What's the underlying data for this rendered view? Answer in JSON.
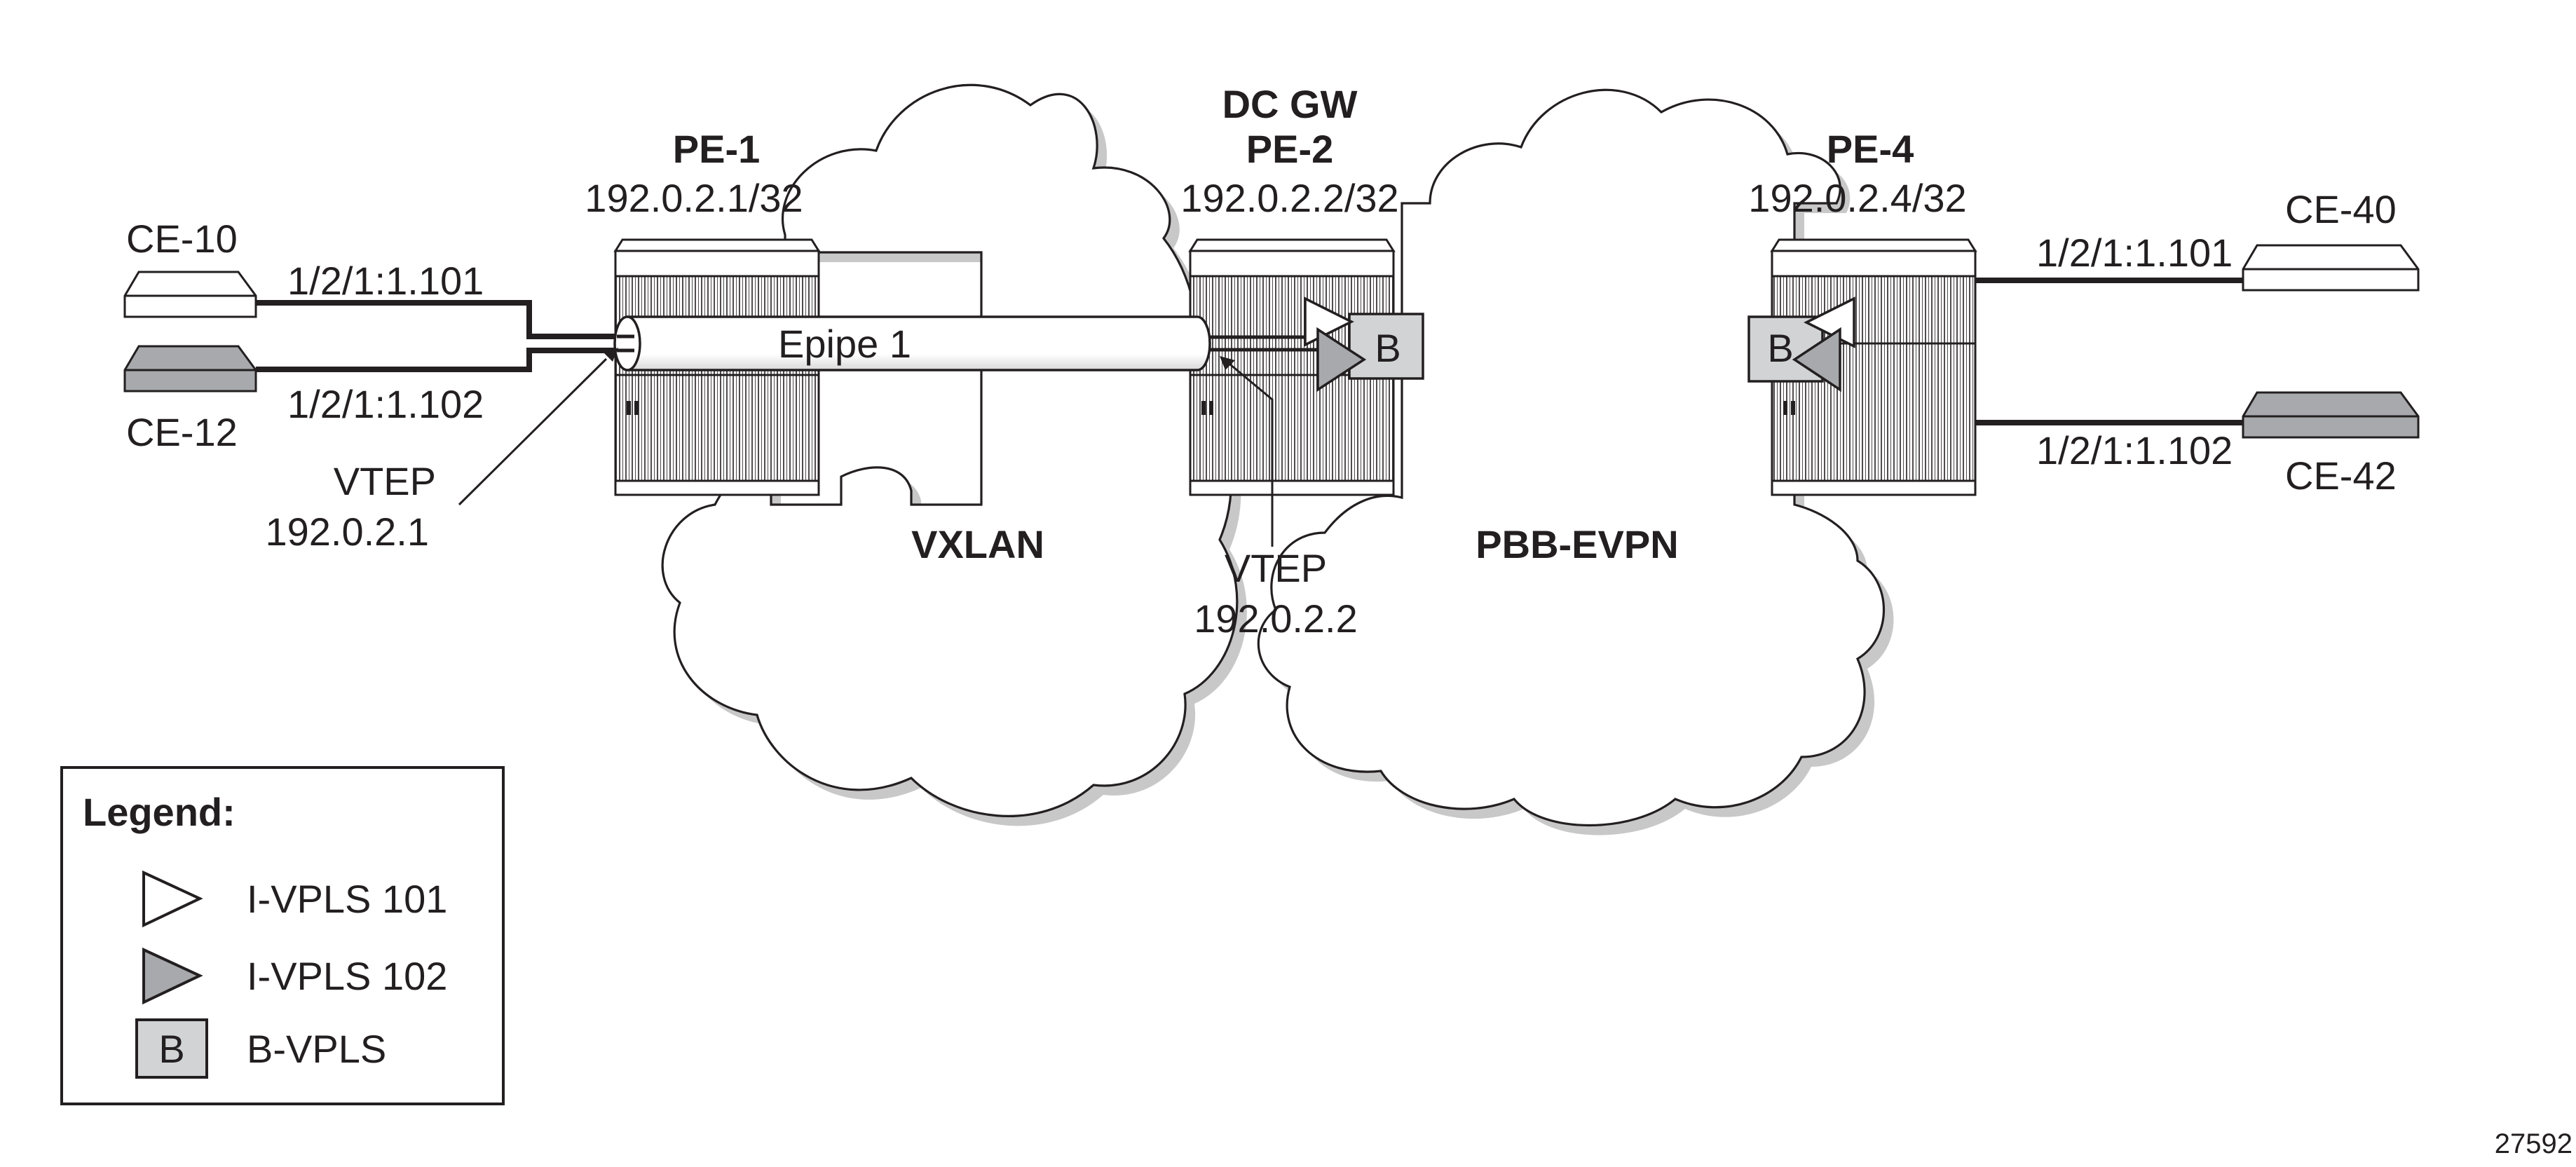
{
  "figure_id": "27592",
  "clouds": {
    "vxlan": "VXLAN",
    "pbb_evpn": "PBB-EVPN"
  },
  "nodes": {
    "pe1": {
      "name": "PE-1",
      "address": "192.0.2.1/32"
    },
    "pe2": {
      "role": "DC GW",
      "name": "PE-2",
      "address": "192.0.2.2/32"
    },
    "pe4": {
      "name": "PE-4",
      "address": "192.0.2.4/32"
    }
  },
  "ces": {
    "ce10": "CE-10",
    "ce12": "CE-12",
    "ce40": "CE-40",
    "ce42": "CE-42"
  },
  "links": {
    "pe1_top": "1/2/1:1.101",
    "pe1_bottom": "1/2/1:1.102",
    "pe4_top": "1/2/1:1.101",
    "pe4_bottom": "1/2/1:1.102"
  },
  "epipe": "Epipe 1",
  "vteps": {
    "vtep1": {
      "label": "VTEP",
      "address": "192.0.2.1"
    },
    "vtep2": {
      "label": "VTEP",
      "address": "192.0.2.2"
    }
  },
  "service_badges": {
    "bvpls": "B"
  },
  "legend": {
    "title": "Legend:",
    "items": [
      {
        "symbol": "white-triangle",
        "label": "I-VPLS 101"
      },
      {
        "symbol": "gray-triangle",
        "label": "I-VPLS 102"
      },
      {
        "symbol": "b-box",
        "letter": "B",
        "label": "B-VPLS"
      }
    ]
  },
  "colors": {
    "stroke": "#231f20",
    "cloud_fill": "#ffffff",
    "cloud_shadow": "#c8c8c8",
    "gray_fill": "#a7a9ac",
    "light_fill": "#d1d3d4"
  }
}
